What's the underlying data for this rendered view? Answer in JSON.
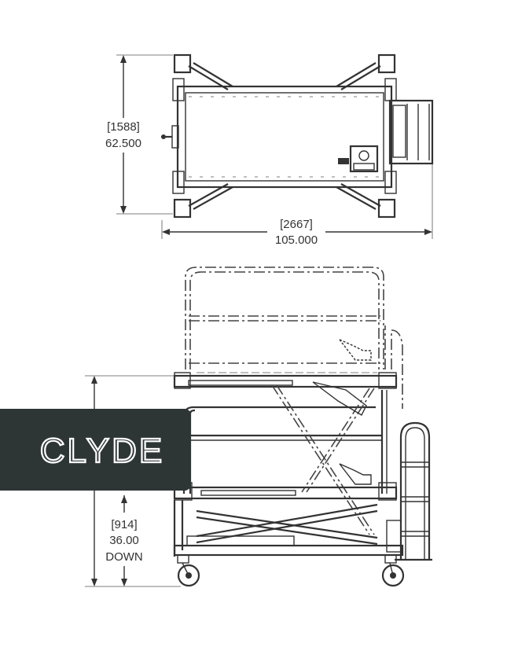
{
  "brand": {
    "logo_text": "CLYDE",
    "panel_color": "#2e3535",
    "logo_color": "#ffffff"
  },
  "top_view": {
    "height_dim": {
      "metric": "[1588]",
      "imperial": "62.500"
    },
    "width_dim": {
      "metric": "[2667]",
      "imperial": "105.000"
    }
  },
  "side_view": {
    "lowered_height_dim": {
      "metric": "[914]",
      "imperial": "36.00",
      "note": "DOWN"
    }
  }
}
